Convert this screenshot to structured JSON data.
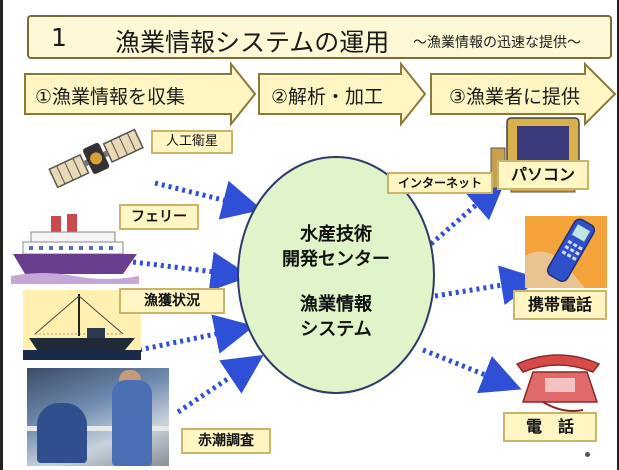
{
  "title": {
    "number": "1",
    "main": "漁業情報システムの運用",
    "sub": "～漁業情報の迅速な提供～"
  },
  "steps": [
    {
      "label": "①漁業情報を収集"
    },
    {
      "label": "②解析・加工"
    },
    {
      "label": "③漁業者に提供"
    }
  ],
  "sources": {
    "satellite": "人工衛星",
    "ferry": "フェリー",
    "catch": "漁獲状況",
    "red_tide": "赤潮調査"
  },
  "center": {
    "line1": "水産技術",
    "line2": "開発センター",
    "line3": "漁業情報",
    "line4": "システム"
  },
  "outputs": {
    "internet": "インターネット",
    "pc": "パソコン",
    "mobile": "携帯電話",
    "phone": "電　話"
  },
  "colors": {
    "arrow_fill": "#fff6c4",
    "arrow_stroke": "#8a7a3a",
    "ellipse_fill": "#dff4c8",
    "dots": "#2f4fd6"
  }
}
